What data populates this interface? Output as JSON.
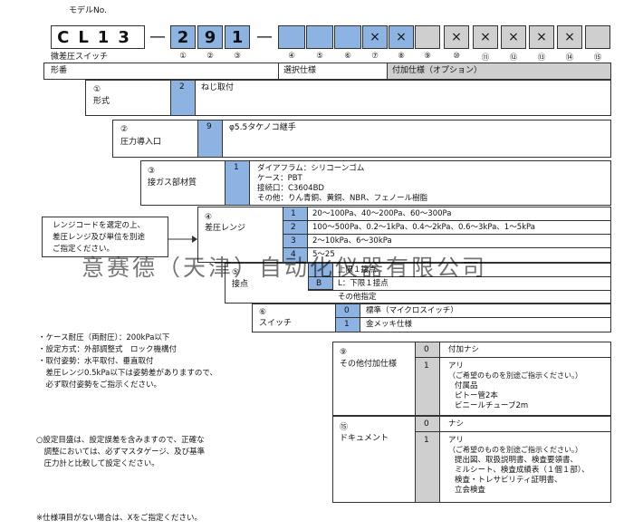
{
  "model_no_label": "モデルNo.",
  "model_code": "CL13",
  "dash": "—",
  "fixed_codes": [
    "2",
    "9",
    "1"
  ],
  "x_mark": "×",
  "product_name": "微差圧スイッチ",
  "positions": [
    "①",
    "②",
    "③",
    "④",
    "⑤",
    "⑥",
    "⑦",
    "⑧",
    "⑨",
    "⑩",
    "⑪",
    "⑫",
    "⑬",
    "⑭",
    "⑮"
  ],
  "header": {
    "type": "形番",
    "select_spec": "選択仕様",
    "option_spec": "付加仕様（オプション）"
  },
  "sections": {
    "s1": {
      "num": "①",
      "title": "形式",
      "code": "2",
      "desc": "ねじ取付"
    },
    "s2": {
      "num": "②",
      "title": "圧力導入口",
      "code": "9",
      "desc": "φ5.5タケノコ継手"
    },
    "s3": {
      "num": "③",
      "title": "接ガス部材質",
      "code": "1",
      "lines": [
        "ダイアフラム：シリコーンゴム",
        "ケース：PBT",
        "接続口：C3604BD",
        "その他：りん青銅、黄銅、NBR、フェノール樹脂"
      ]
    },
    "s4": {
      "num": "④",
      "title": "差圧レンジ",
      "rows": [
        {
          "code": "1",
          "desc": "20～100Pa、40～200Pa、60～300Pa"
        },
        {
          "code": "2",
          "desc": "100～500Pa、0.2～1kPa、0.4～2kPa、0.6～3kPa、1～5kPa"
        },
        {
          "code": "3",
          "desc": "2～10kPa、6～30kPa"
        },
        {
          "code": "4",
          "desc": "5～25"
        }
      ]
    },
    "s5": {
      "num": "⑤",
      "title": "接点",
      "rows": [
        {
          "code": "",
          "desc": "上限１接点"
        },
        {
          "code": "B",
          "desc": "L：下限１接点"
        },
        {
          "code": "",
          "desc": "その他指定"
        }
      ]
    },
    "s6": {
      "num": "⑥",
      "title": "スイッチ",
      "rows": [
        {
          "code": "0",
          "desc": "標準（マイクロスイッチ）"
        },
        {
          "code": "1",
          "desc": "金メッキ仕様"
        }
      ]
    },
    "s9": {
      "num": "⑨",
      "title": "その他付加仕様",
      "rows": [
        {
          "code": "0",
          "lines": [
            "付加ナシ"
          ]
        },
        {
          "code": "1",
          "lines": [
            "アリ",
            "（ご希望のものを別途ご指示ください。）",
            "付属品",
            "ピトー管2本",
            "ビニールチューブ2m"
          ]
        }
      ]
    },
    "s15": {
      "num": "⑮",
      "title": "ドキュメント",
      "rows": [
        {
          "code": "0",
          "lines": [
            "ナシ"
          ]
        },
        {
          "code": "1",
          "lines": [
            "アリ",
            "（ご希望のものを別途ご指示ください。）",
            "提出図、取扱説明書、検査要領書、",
            "ミルシート、検査成績表（１個１部）、",
            "検査・トレサビリティ証明書、",
            "立会検査"
          ]
        }
      ]
    }
  },
  "range_note": [
    "レンジコードを選定の上、",
    "差圧レンジ及び単位を別途",
    "ご指定ください。"
  ],
  "notes": [
    "・ケース耐圧（両耐圧）：200kPa以下",
    "・設定方式：外部調整式　ロック機構付",
    "・取付姿勢：水平取付、垂直取付",
    "　差圧レンジ0.5kPa以下は姿勢差がありますので、",
    "　必ず取付姿勢をご指示ください。"
  ],
  "setting_note": [
    "○設定目盛は、設定誤差を含みますので、正確な",
    "　調整においては、必ずマスタゲージ、及び基準",
    "　圧力計と比較して設定ください。"
  ],
  "footer_note": "※仕様項目がない場合は、Xをご指定ください。",
  "watermark": "意赛德（天津）自动化仪器有限公司",
  "colors": {
    "select_blue": "#8db3e2",
    "option_grey": "#cfcfcf"
  }
}
